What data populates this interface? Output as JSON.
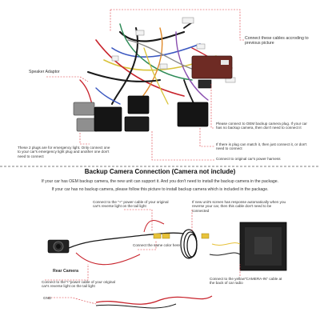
{
  "top_section": {
    "callout_connect_cables": "Connect these cables accroding to previous picture",
    "callout_speaker_adaptor": "Speaker Adaptor",
    "callout_oem_camera": "Please connect to OEM backup camera plug. If your car has no backup camera, then don't need to connect it",
    "callout_plug_match": "If there is plug can match it, then just connect it, or don't need to connect",
    "callout_power_harness": "Connect to original car's power harness",
    "callout_emergency": "These 2 plugs are for emergency light. Only connect one to your car's emergency light plug and another one don't need to connect"
  },
  "bottom_section": {
    "title": "Backup Camera Connection (Camera not include)",
    "intro_line1": "If your car has OEM backup camera, the new unit can support it. And you don't need to install the backup camera in the package.",
    "intro_line2": "If your car has no backup camera, please follow this picture to install backup camera which is included in the package.",
    "callout_positive_power_top": "Connect to the \"+\" power cable of your original car's reverse light on the tail light",
    "callout_screen_response": "If new unit's screen has response automatically when you reverse your car, then this cable don't need to be connected",
    "callout_same_color": "Connect the same color here",
    "callout_rear_camera": "Rear Camera",
    "callout_positive_power_bottom": "Connect to the\"+\"power cable of your original car's reverse light on the tail light",
    "callout_gnd": "GND",
    "callout_camera_in": "Connect to the yellow\"CAMERA-IN\" cable at the back of car radio"
  },
  "colors": {
    "callout_line": "#d9363e",
    "divider": "#555555",
    "wire_red": "#c8232c",
    "wire_black": "#1a1a1a",
    "wire_yellow": "#e7c23a"
  }
}
